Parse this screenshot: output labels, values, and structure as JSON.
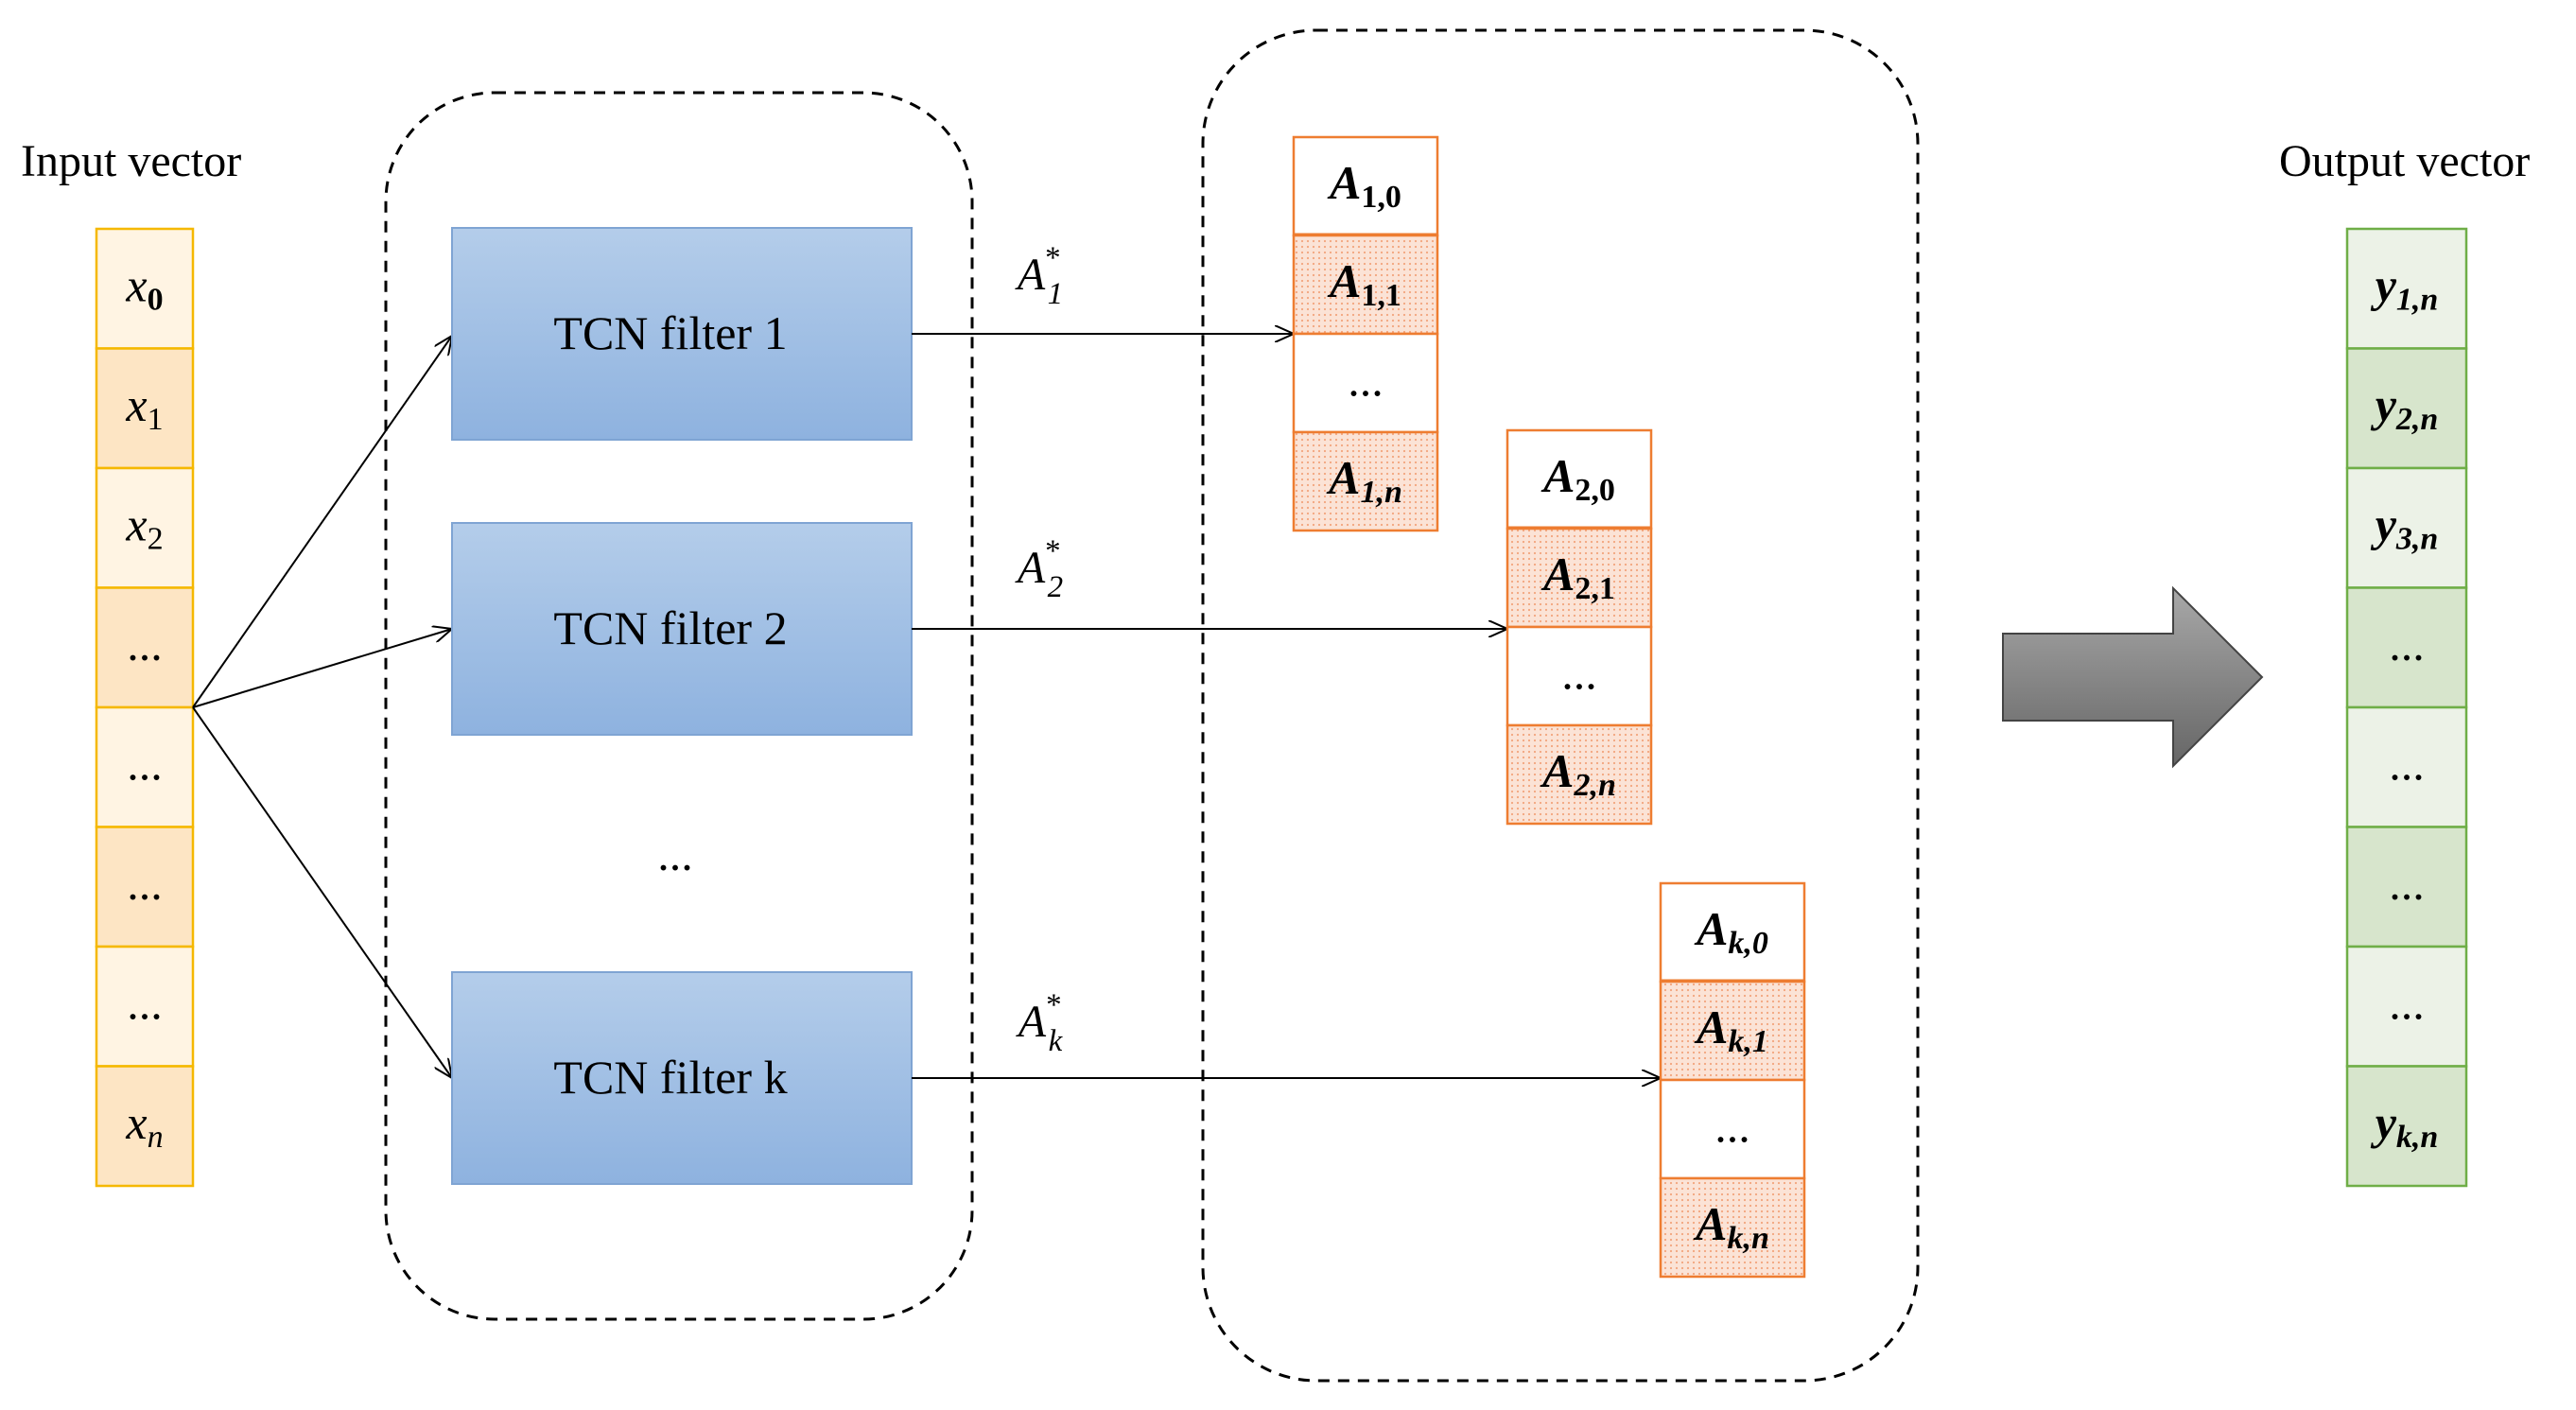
{
  "labels": {
    "input_vector": "Input vector",
    "output_vector": "Output vector",
    "filters_ellipsis": "..."
  },
  "input_cells": [
    {
      "base": "x",
      "sub": "0",
      "bold_sub": true
    },
    {
      "base": "x",
      "sub": "1"
    },
    {
      "base": "x",
      "sub": "2"
    },
    {
      "text": "..."
    },
    {
      "text": "..."
    },
    {
      "text": "..."
    },
    {
      "text": "..."
    },
    {
      "base": "x",
      "sub": "n"
    }
  ],
  "filters": [
    {
      "label": "TCN filter 1",
      "output_base": "A",
      "output_sub": "1",
      "output_sup": "*"
    },
    {
      "label": "TCN filter 2",
      "output_base": "A",
      "output_sub": "2",
      "output_sup": "*"
    },
    {
      "label": "TCN filter k",
      "output_base": "A",
      "output_sub": "k",
      "output_sup": "*"
    }
  ],
  "attention_columns": [
    {
      "cells": [
        {
          "base": "A",
          "sub": "1,0"
        },
        {
          "base": "A",
          "sub": "1,1"
        },
        {
          "text": "..."
        },
        {
          "base": "A",
          "sub": "1,n"
        }
      ]
    },
    {
      "cells": [
        {
          "base": "A",
          "sub": "2,0"
        },
        {
          "base": "A",
          "sub": "2,1"
        },
        {
          "text": "..."
        },
        {
          "base": "A",
          "sub": "2,n"
        }
      ]
    },
    {
      "cells": [
        {
          "base": "A",
          "sub": "k,0"
        },
        {
          "base": "A",
          "sub": "k,1"
        },
        {
          "text": "..."
        },
        {
          "base": "A",
          "sub": "k,n"
        }
      ]
    }
  ],
  "output_cells": [
    {
      "base": "y",
      "sub": "1,n",
      "bold_sub": true
    },
    {
      "base": "y",
      "sub": "2,n"
    },
    {
      "base": "y",
      "sub": "3,n"
    },
    {
      "text": "..."
    },
    {
      "text": "..."
    },
    {
      "text": "..."
    },
    {
      "text": "..."
    },
    {
      "base": "y",
      "sub": "k,n"
    }
  ],
  "colors": {
    "input_border": "#f5b800",
    "input_fill_light": "#fff4e3",
    "input_fill_dark": "#fde5c4",
    "filter_fill_top": "#b4cdea",
    "filter_fill_bottom": "#8eb2df",
    "filter_border": "#7fa4d3",
    "attn_border": "#ee7d31",
    "attn_fill_dotted": "#fbdccd",
    "output_border": "#6fae47",
    "output_fill_light": "#ecf2e7",
    "output_fill_dark": "#d7e5cc",
    "big_arrow_top": "#a0a0a0",
    "big_arrow_bottom": "#6b6b6b"
  }
}
